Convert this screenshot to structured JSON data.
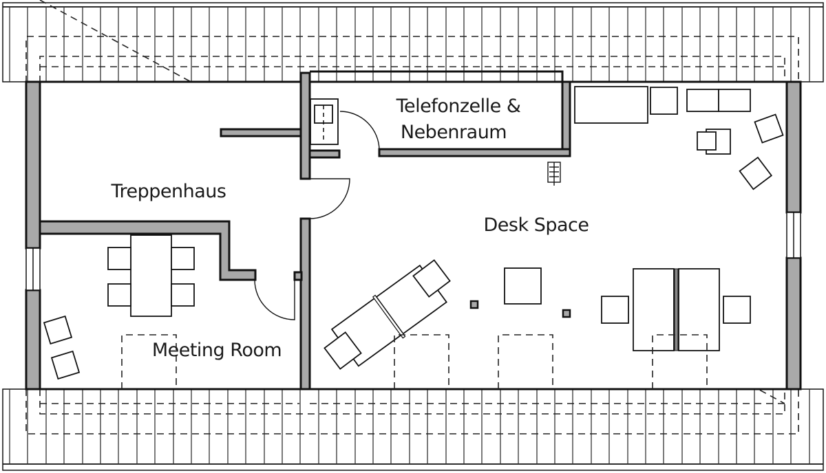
{
  "plan": {
    "type": "floor plan (attic office)",
    "colors": {
      "wall_fill": "#a9a9a9",
      "line": "#111111",
      "background": "#ffffff"
    },
    "rooms": [
      {
        "id": "treppenhaus",
        "label": "Treppenhaus"
      },
      {
        "id": "telefonzelle",
        "label_line1": "Telefonzelle &",
        "label_line2": "Nebenraum"
      },
      {
        "id": "desk-space",
        "label": "Desk Space"
      },
      {
        "id": "meeting-room",
        "label": "Meeting Room"
      }
    ],
    "symbols": [
      {
        "name": "radiator-icon"
      },
      {
        "name": "sink-icon"
      }
    ]
  }
}
